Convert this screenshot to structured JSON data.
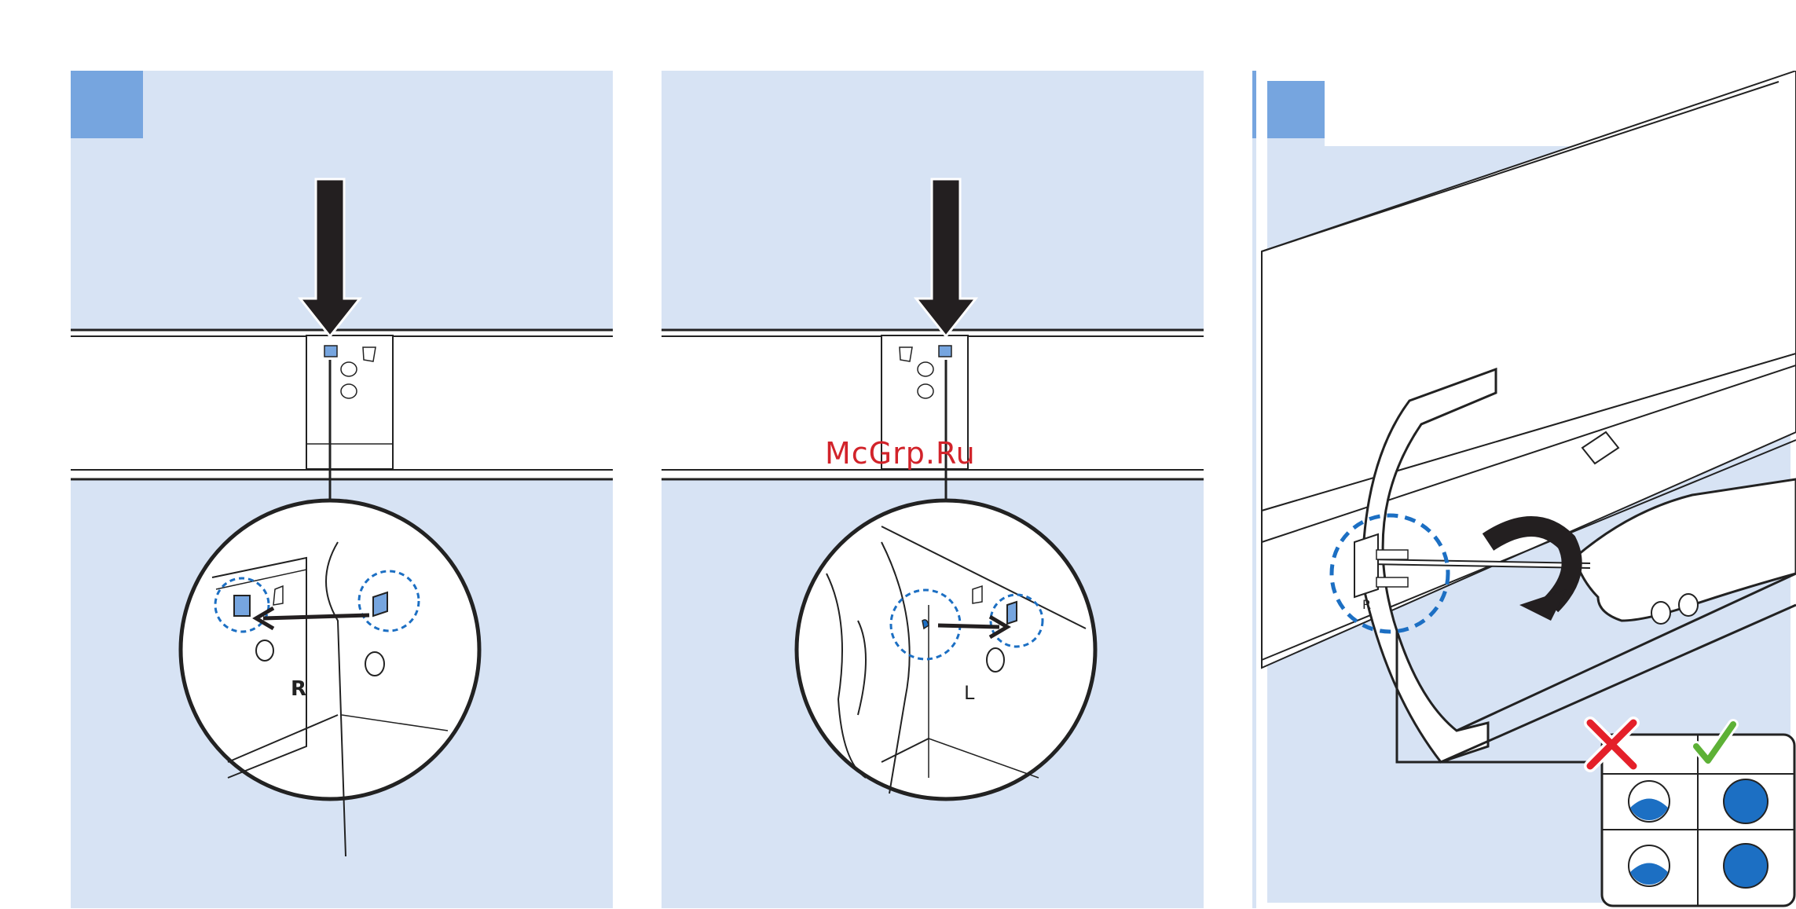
{
  "panels": [
    {
      "id": "step-1",
      "zoom_label": "R"
    },
    {
      "id": "step-2",
      "zoom_label": "L"
    },
    {
      "id": "step-3",
      "zoom_label": "R"
    }
  ],
  "watermark": "McGrp.Ru",
  "colors": {
    "panel_bg": "#d7e3f4",
    "step_tag": "#76a5df",
    "highlight": "#1c6fc3",
    "wrong": "#e4202a",
    "correct": "#5db136"
  },
  "icons": [
    "down-arrow-icon",
    "cross-icon",
    "check-icon",
    "rotate-arrow-icon"
  ]
}
